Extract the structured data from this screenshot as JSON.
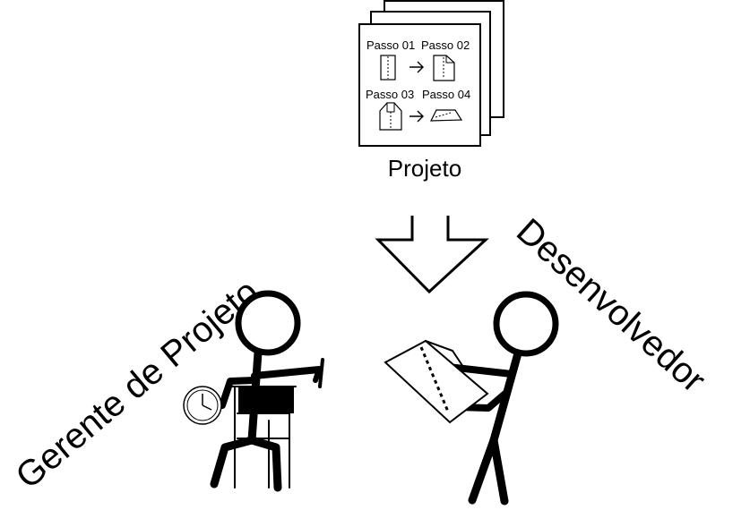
{
  "document": {
    "title": "Projeto",
    "steps": [
      {
        "label": "Passo 01"
      },
      {
        "label": "Passo 02"
      },
      {
        "label": "Passo 03"
      },
      {
        "label": "Passo 04"
      }
    ]
  },
  "roles": {
    "manager": "Gerente de Projeto",
    "developer": "Desenvolvedor"
  },
  "colors": {
    "ink": "#000000",
    "paper": "#ffffff"
  }
}
